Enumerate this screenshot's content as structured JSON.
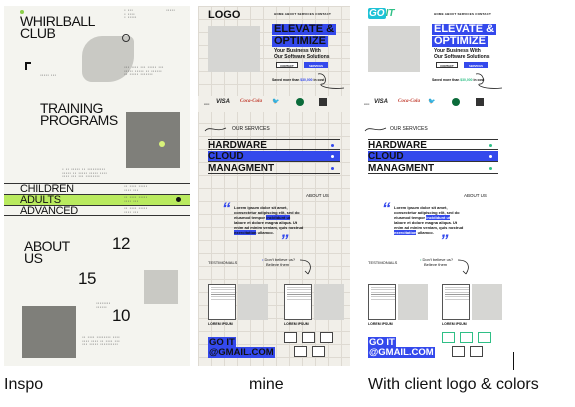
{
  "captions": {
    "inspo": "Inspo",
    "mine": "mine",
    "client": "With client logo & colors"
  },
  "colors": {
    "lime": "#b9ea5f",
    "blue": "#3449ec",
    "teal": "#2fbf86",
    "cyan": "#1ec2d6"
  },
  "inspo": {
    "title_1": "WHIRLBALL",
    "title_2": "CLUB",
    "training_1": "TRAINING",
    "training_2": "PROGRAMS",
    "levels": [
      "CHILDREN",
      "ADULTS",
      "ADVANCED"
    ],
    "about_1": "ABOUT",
    "about_2": "US",
    "numbers": [
      "12",
      "15",
      "10"
    ]
  },
  "mine": {
    "logo": "LOGO",
    "nav": [
      "HOME",
      "ABOUT",
      "SERVICES",
      "CONTACT"
    ],
    "hero_1": "ELEVATE &",
    "hero_2": "OPTIMIZE",
    "sub_1": "Your Business With",
    "sub_2": "Our Software Solutions",
    "btn_1": "CONTACT",
    "btn_2": "SERVICES",
    "saved": "Saved more than",
    "saved_amount": "$30,000",
    "saved_end": "in cost",
    "brands": [
      "VISA",
      "Coca-Cola",
      "twitter-icon",
      "starbucks-icon",
      "mcdonalds-icon"
    ],
    "our_services": "OUR SERVICES",
    "services": [
      "HARDWARE",
      "CLOUD",
      "MANAGMENT"
    ],
    "about_us": "ABOUT US",
    "quote_1": "Lorem ipsum dolor sit amet,",
    "quote_2": "consectetur adipiscing elit, sed do",
    "quote_3": "eiusmod tempor",
    "quote_3b": "incididunt ut",
    "quote_4": "labore et dolore magna aliqua. Ut",
    "quote_5": "enim ad minim veniam, quis nostrud",
    "quote_6": "exercitation",
    "quote_6b": "ullamco.",
    "testimonials": "TESTIMONIALS",
    "dont_believe_1": "Don't believe us?",
    "dont_believe_2": "Believe them",
    "card_label": "LOREM IPSUM",
    "go_1": "GO IT",
    "go_2": "@GMAIL.COM"
  },
  "client": {
    "logo_1": "GO",
    "logo_2": "IT",
    "hero_1": "ELEVATE &",
    "hero_2": "OPTIMIZE"
  }
}
